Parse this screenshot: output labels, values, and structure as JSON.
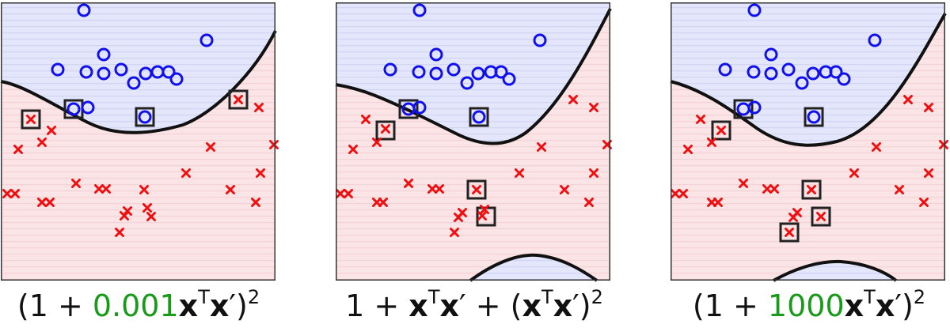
{
  "colors": {
    "positive_region": "#e4e6fb",
    "negative_region": "#fbe4e6",
    "stripe_positive": "#d2d6f6",
    "stripe_negative": "#f6d2d6",
    "circle": "#1010ee",
    "cross": "#ee1010",
    "boundary": "#111111",
    "support_vector_box": "#222222",
    "highlight_coefficient": "#1a9a1a"
  },
  "panels": [
    {
      "caption": {
        "open": "(1 + ",
        "coef": "0.001",
        "x": "x",
        "T": "T",
        "xp": "x",
        "prime_close": "′)",
        "power": "2"
      },
      "circles": [
        [
          105,
          10
        ],
        [
          260,
          48
        ],
        [
          130,
          66
        ],
        [
          72,
          85
        ],
        [
          108,
          88
        ],
        [
          130,
          90
        ],
        [
          152,
          85
        ],
        [
          183,
          90
        ],
        [
          198,
          88
        ],
        [
          212,
          88
        ],
        [
          222,
          97
        ],
        [
          168,
          102
        ],
        [
          110,
          133
        ],
        [
          92,
          135
        ],
        [
          182,
          145
        ]
      ],
      "crosses": [
        [
          38,
          148
        ],
        [
          300,
          123
        ],
        [
          326,
          133
        ],
        [
          64,
          162
        ],
        [
          52,
          177
        ],
        [
          22,
          186
        ],
        [
          265,
          183
        ],
        [
          345,
          180
        ],
        [
          234,
          216
        ],
        [
          328,
          216
        ],
        [
          95,
          229
        ],
        [
          124,
          236
        ],
        [
          133,
          236
        ],
        [
          181,
          237
        ],
        [
          290,
          237
        ],
        [
          8,
          242
        ],
        [
          18,
          242
        ],
        [
          52,
          253
        ],
        [
          62,
          253
        ],
        [
          322,
          253
        ],
        [
          185,
          260
        ],
        [
          160,
          264
        ],
        [
          156,
          270
        ],
        [
          190,
          271
        ],
        [
          150,
          291
        ]
      ],
      "boxes": [
        [
          38,
          148
        ],
        [
          92,
          135
        ],
        [
          182,
          145
        ],
        [
          300,
          123
        ]
      ]
    },
    {
      "caption": {
        "one_plus": "1 + ",
        "x": "x",
        "T": "T",
        "xp": "x",
        "prime_plus": "′ + (",
        "x2": "x",
        "T2": "T",
        "xp2": "x",
        "prime_close": "′)",
        "power": "2"
      },
      "circles": [
        [
          106,
          10
        ],
        [
          258,
          48
        ],
        [
          127,
          66
        ],
        [
          69,
          85
        ],
        [
          105,
          88
        ],
        [
          127,
          90
        ],
        [
          149,
          85
        ],
        [
          180,
          90
        ],
        [
          196,
          88
        ],
        [
          209,
          88
        ],
        [
          219,
          97
        ],
        [
          166,
          102
        ],
        [
          106,
          133
        ],
        [
          92,
          135
        ],
        [
          181,
          145
        ]
      ],
      "crosses": [
        [
          63,
          160
        ],
        [
          300,
          123
        ],
        [
          326,
          133
        ],
        [
          38,
          148
        ],
        [
          52,
          177
        ],
        [
          22,
          186
        ],
        [
          260,
          183
        ],
        [
          343,
          180
        ],
        [
          232,
          216
        ],
        [
          326,
          216
        ],
        [
          92,
          229
        ],
        [
          122,
          236
        ],
        [
          131,
          236
        ],
        [
          178,
          237
        ],
        [
          289,
          237
        ],
        [
          6,
          242
        ],
        [
          16,
          242
        ],
        [
          52,
          253
        ],
        [
          60,
          253
        ],
        [
          320,
          253
        ],
        [
          188,
          262
        ],
        [
          160,
          266
        ],
        [
          155,
          272
        ],
        [
          185,
          270
        ],
        [
          150,
          291
        ]
      ],
      "boxes": [
        [
          92,
          135
        ],
        [
          181,
          145
        ],
        [
          63,
          162
        ],
        [
          178,
          237
        ],
        [
          190,
          271
        ]
      ]
    },
    {
      "caption": {
        "open": "(1 + ",
        "coef": "1000",
        "x": "x",
        "T": "T",
        "xp": "x",
        "prime_close": "′)",
        "power": "2"
      },
      "circles": [
        [
          106,
          10
        ],
        [
          258,
          48
        ],
        [
          127,
          66
        ],
        [
          69,
          85
        ],
        [
          105,
          88
        ],
        [
          127,
          90
        ],
        [
          149,
          85
        ],
        [
          180,
          90
        ],
        [
          196,
          88
        ],
        [
          209,
          88
        ],
        [
          219,
          97
        ],
        [
          166,
          102
        ],
        [
          106,
          133
        ],
        [
          92,
          135
        ],
        [
          181,
          145
        ]
      ],
      "crosses": [
        [
          38,
          148
        ],
        [
          300,
          123
        ],
        [
          326,
          133
        ],
        [
          64,
          162
        ],
        [
          52,
          177
        ],
        [
          22,
          186
        ],
        [
          260,
          183
        ],
        [
          345,
          180
        ],
        [
          232,
          216
        ],
        [
          326,
          216
        ],
        [
          92,
          229
        ],
        [
          122,
          236
        ],
        [
          131,
          236
        ],
        [
          178,
          237
        ],
        [
          289,
          237
        ],
        [
          6,
          242
        ],
        [
          16,
          242
        ],
        [
          52,
          253
        ],
        [
          60,
          253
        ],
        [
          320,
          253
        ],
        [
          190,
          271
        ],
        [
          160,
          266
        ],
        [
          155,
          272
        ],
        [
          150,
          291
        ]
      ],
      "boxes": [
        [
          92,
          135
        ],
        [
          181,
          145
        ],
        [
          64,
          162
        ],
        [
          178,
          237
        ],
        [
          190,
          271
        ],
        [
          150,
          291
        ]
      ]
    }
  ]
}
